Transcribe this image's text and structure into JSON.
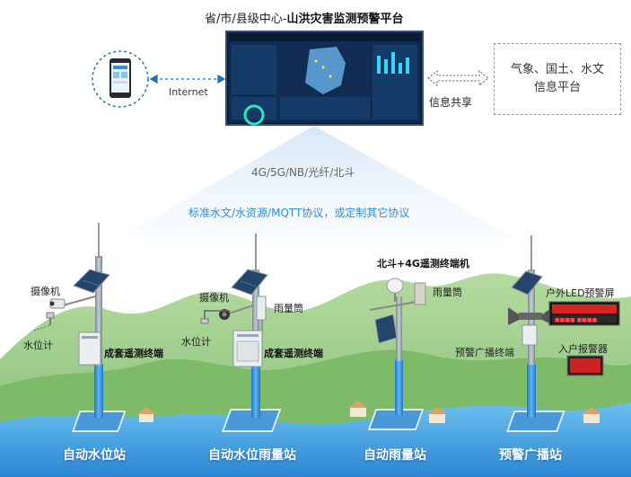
{
  "title_prefix": "省/市/县级中心-",
  "title_bold": "山洪灾害监测预警平台",
  "internet_label": "Internet",
  "share_label": "信息共享",
  "platform_line1": "气象、国土、水文",
  "platform_line2": "信息平台",
  "comm_label": "4G/5G/NB/光纤/北斗",
  "protocol_label": "标准水文/水资源/MQTT协议，或定制其它协议",
  "labels": {
    "camera_1": "摄像机",
    "water_level_1": "水位计",
    "terminal_1": "成套遥测终端",
    "camera_2": "摄像机",
    "rain_gauge_2": "雨量筒",
    "water_level_2": "水位计",
    "terminal_2": "成套遥测终端",
    "beidou_terminal": "北斗+4G遥测终端机",
    "rain_gauge_3": "雨量筒",
    "led_screen": "户外LED预警屏",
    "broadcast_terminal": "预警广播终端",
    "indoor_alarm": "入户报警器"
  },
  "stations": [
    "自动水位站",
    "自动水位雨量站",
    "自动雨量站",
    "预警广播站"
  ],
  "colors": {
    "water": "#3a9ee0",
    "hills": "#8cc47a",
    "sky_beam": "#dcebf8",
    "dash": "#2a6fb0"
  }
}
